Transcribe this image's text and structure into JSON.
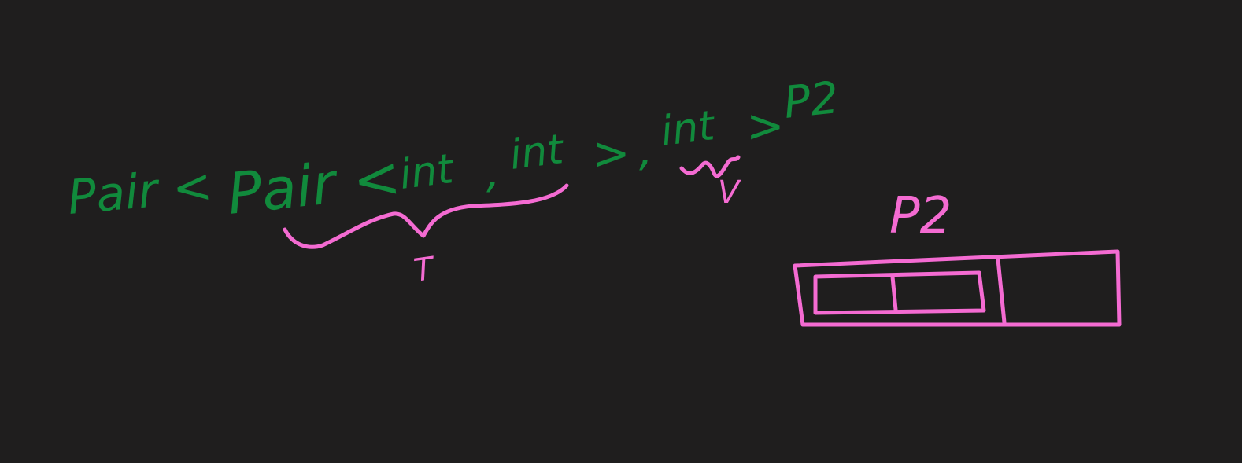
{
  "expression": {
    "outer_open": "Pair <",
    "inner_open": "Pair <",
    "inner_first_type": "int",
    "comma_1": ",",
    "inner_second_type": "int",
    "inner_close": ">",
    "comma_2": ",",
    "outer_second_type": "int",
    "outer_close": ">",
    "variable_name": "P2"
  },
  "annotations": {
    "first_brace_label": "T",
    "second_brace_label": "V",
    "box_label": "P2"
  },
  "colors": {
    "background": "#1f1e1e",
    "code_ink": "#118a3c",
    "annotation_ink": "#f46bd2"
  }
}
